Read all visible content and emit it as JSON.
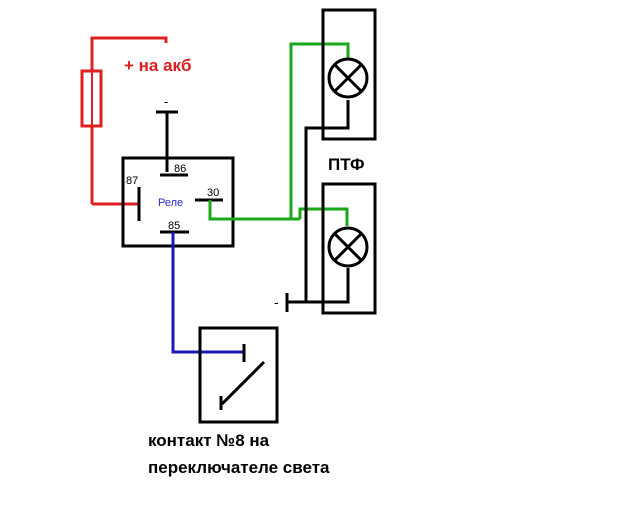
{
  "diagram": {
    "type": "wiring",
    "colors": {
      "positive_wire": "#dd2020",
      "lamp_wire": "#1aa81a",
      "control_wire": "#1a1ab4",
      "body": "#000000",
      "relay_label": "#2a2ad0"
    },
    "labels": {
      "battery_plus": "+ на акб",
      "relay_ground": "-",
      "lamp_ground": "-",
      "fog_lights": "ПТФ",
      "relay_name": "Реле",
      "pin_86": "86",
      "pin_87": "87",
      "pin_30": "30",
      "pin_85": "85",
      "switch_line1": "контакт №8 на",
      "switch_line2": "переключателе света"
    },
    "components": [
      "fuse",
      "relay",
      "fog-lamp-upper",
      "fog-lamp-lower",
      "light-switch"
    ]
  }
}
